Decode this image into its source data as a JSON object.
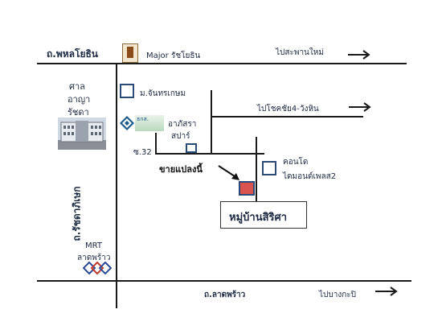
{
  "roads": {
    "top_road_label": "ถ.พหลโยธิน",
    "bottom_road_label": "ถ.ลาดพร้าว",
    "vertical_road_label": "ถ.รัชดาภิเษก",
    "soi_label": "ซ.32"
  },
  "directions": {
    "to_saphan_mai": "ไปสะพานใหม่",
    "to_chokchai4": "ไปโชคชัย4-วังหิน",
    "to_bang_kapi": "ไปบางกะปิ"
  },
  "landmarks": {
    "major_cineplex": "Major รัชโยธิน",
    "court_line1": "ศาล",
    "court_line2": "อาญา",
    "court_line3": "รัชดา",
    "chantharakasem": "ม.จันทรเกษม",
    "bank_logo_text": "ธกส.",
    "apsara_line1": "อาภัสรา",
    "apsara_line2": "สปาร์",
    "condo_line1": "คอนโด",
    "condo_line2": "ไดมอนด์เพลส2",
    "mrt_line1": "MRT",
    "mrt_line2": "ลาดพร้าว"
  },
  "property": {
    "for_sale_label": "ขายแปลงนี้",
    "village_name": "หมู่บ้านสิริศา"
  },
  "colors": {
    "road": "#1a1a1a",
    "text": "#1e2a44",
    "box_border": "#2b4a7a",
    "property_fill": "#d9534f",
    "property_border": "#2b4a7a"
  }
}
